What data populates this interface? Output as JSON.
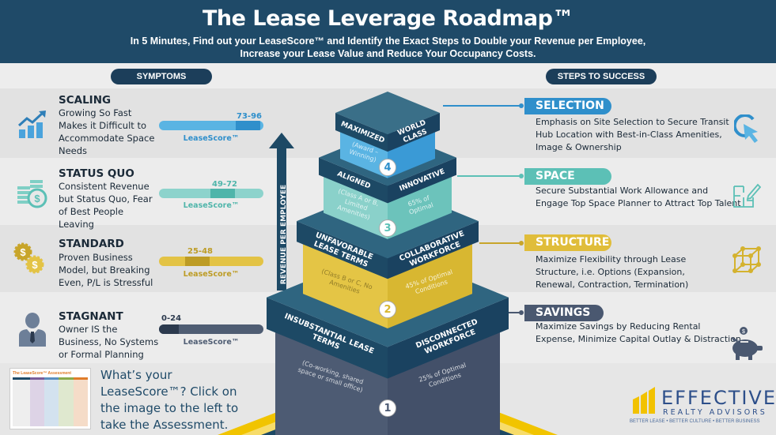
{
  "header": {
    "title": "The Lease Leverage Roadmap™",
    "subtitle": "In 5 Minutes, Find out your LeaseScore™ and Identify the Exact Steps to Double your Revenue per Employee, Increase your Lease Value and Reduce Your Occupancy Costs."
  },
  "symptoms_label": "SYMPTOMS",
  "steps_label": "STEPS TO SUCCESS",
  "symptoms": [
    {
      "title": "SCALING",
      "body": "Growing So Fast Makes it Difficult to Accommodate Space Needs",
      "range": "73-96",
      "score_label": "LeaseScore™",
      "icon": "growth-chart-icon",
      "color": "#5ab4e3",
      "highlight": "#2f8fcb",
      "range_from": 73,
      "range_to": 96
    },
    {
      "title": "STATUS QUO",
      "body": "Consistent Revenue but Status Quo, Fear of Best People Leaving",
      "range": "49-72",
      "score_label": "LeaseScore™",
      "icon": "coins-dollar-icon",
      "color": "#8dd3cc",
      "highlight": "#4fb5aa",
      "range_from": 49,
      "range_to": 72
    },
    {
      "title": "STANDARD",
      "body": "Proven Business Model, but Breaking Even, P/L is Stressful",
      "range": "25-48",
      "score_label": "LeaseScore™",
      "icon": "dollar-gears-icon",
      "color": "#e3c345",
      "highlight": "#bd9c25",
      "range_from": 25,
      "range_to": 48
    },
    {
      "title": "STAGNANT",
      "body": "Owner IS the Business, No Systems or Formal Planning",
      "range": "0-24",
      "score_label": "LeaseScore™",
      "icon": "businessman-icon",
      "color": "#4f5d73",
      "highlight": "#2c3a4e",
      "range_from": 0,
      "range_to": 24
    }
  ],
  "steps": [
    {
      "title": "SELECTION",
      "body": "Emphasis on Site Selection to Secure Transit Hub Location with Best-in-Class Amenities, Image & Ownership",
      "icon": "cursor-click-icon",
      "color": "#2f8fcb"
    },
    {
      "title": "SPACE",
      "body": "Secure Substantial Work Allowance and Engage Top Space Planner to Attract Top Talent",
      "icon": "floorplan-pencil-icon",
      "color": "#5cc0b6"
    },
    {
      "title": "STRUCTURE",
      "body": "Maximize Flexibility through Lease Structure, i.e. Options (Expansion, Renewal, Contraction, Termination)",
      "icon": "cube-structure-icon",
      "color": "#e0bd3a"
    },
    {
      "title": "SAVINGS",
      "body": "Maximize Savings by Reducing Rental Expense, Minimize Capital Outlay & Distraction",
      "icon": "piggy-bank-icon",
      "color": "#4a5870"
    }
  ],
  "axis_label": "REVENUE PER EMPLOYEE",
  "pyramid": [
    {
      "number": "4",
      "left_band": "MAXIMIZED",
      "right_band": "WORLD CLASS",
      "left_text": "(Award – Winning)",
      "right_text": ""
    },
    {
      "number": "3",
      "left_band": "ALIGNED",
      "right_band": "INNOVATIVE",
      "left_text": "(Class A or B, Limited Amenities)",
      "right_text": "65% of Optimal"
    },
    {
      "number": "2",
      "left_band": "UNFAVORABLE LEASE TERMS",
      "right_band": "COLLABORATIVE WORKFORCE",
      "left_text": "(Class B or C, No Amenities",
      "right_text": "45% of Optimal Conditions"
    },
    {
      "number": "1",
      "left_band": "INSUBSTANTIAL LEASE TERMS",
      "right_band": "DISCONNECTED WORKFORCE",
      "left_text": "(Co-working, shared space or small office)",
      "right_text": "25% of Optimal Conditions"
    }
  ],
  "cta": {
    "text": "What’s your LeaseScore™? Click on the image to the left to take the Assessment.",
    "thumb_title": "The LeaseScore™ Assessment"
  },
  "logo": {
    "name": "EFFECTIVE",
    "sub": "REALTY ADVISORS",
    "tagline": "BETTER LEASE • BETTER CULTURE • BETTER BUSINESS"
  }
}
